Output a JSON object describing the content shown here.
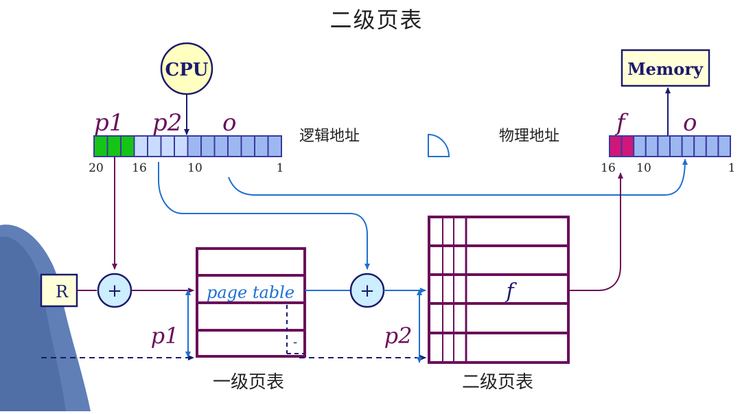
{
  "title": "二级页表",
  "cpu_label": "CPU",
  "memory_label": "Memory",
  "logical": {
    "label": "逻辑地址",
    "field_p1": "p1",
    "field_p2": "p2",
    "field_o": "o",
    "bit_labels": [
      "20",
      "16",
      "10",
      "1"
    ]
  },
  "physical": {
    "label": "物理地址",
    "field_f": "f",
    "field_o": "o",
    "bit_labels": [
      "16",
      "10",
      "1"
    ]
  },
  "register_label": "R",
  "adder_symbol": "+",
  "page_table_text": "page table",
  "side_label_p1": "p1",
  "side_label_p2": "p2",
  "second_table_f": "f",
  "caption_level1": "一级页表",
  "caption_level2": "二级页表",
  "colors": {
    "purple": "#6a0f5a",
    "blue": "#1f6fd1",
    "navy": "#1a1a6e",
    "green": "#16c416",
    "magenta": "#d1167a",
    "light_blue_cell": "#c9dcff",
    "mid_blue_cell": "#9db8f0",
    "adder_fill": "#cdeeff",
    "cpu_fill": "#ffffc0"
  }
}
